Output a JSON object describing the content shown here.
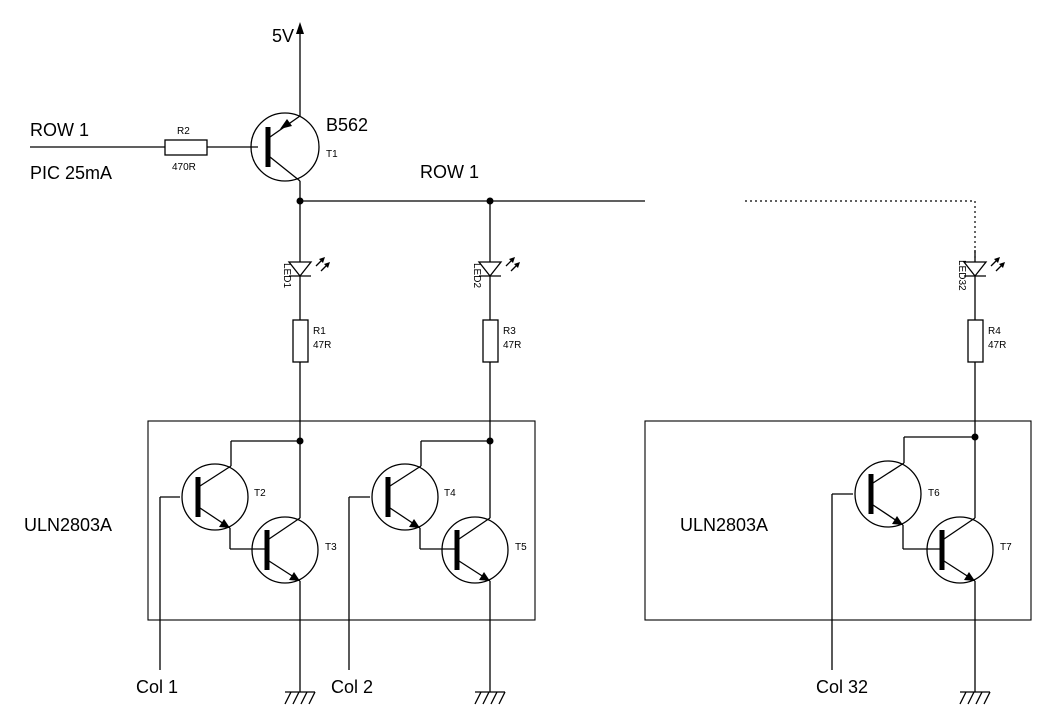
{
  "labels": {
    "supply": "5V",
    "row_input": "ROW 1",
    "pic_current": "PIC 25mA",
    "row_bus": "ROW 1",
    "driver_ic": "ULN2803A",
    "driver_ic_right": "ULN2803A",
    "col1": "Col 1",
    "col2": "Col 2",
    "col32": "Col 32"
  },
  "components": {
    "t1": {
      "ref": "T1",
      "value": "B562"
    },
    "r2": {
      "ref": "R2",
      "value": "470R"
    },
    "led1": {
      "ref": "LED1"
    },
    "led2": {
      "ref": "LED2"
    },
    "led32": {
      "ref": "LED32"
    },
    "r1": {
      "ref": "R1",
      "value": "47R"
    },
    "r3": {
      "ref": "R3",
      "value": "47R"
    },
    "r4": {
      "ref": "R4",
      "value": "47R"
    },
    "t2": {
      "ref": "T2"
    },
    "t3": {
      "ref": "T3"
    },
    "t4": {
      "ref": "T4"
    },
    "t5": {
      "ref": "T5"
    },
    "t6": {
      "ref": "T6"
    },
    "t7": {
      "ref": "T7"
    }
  }
}
